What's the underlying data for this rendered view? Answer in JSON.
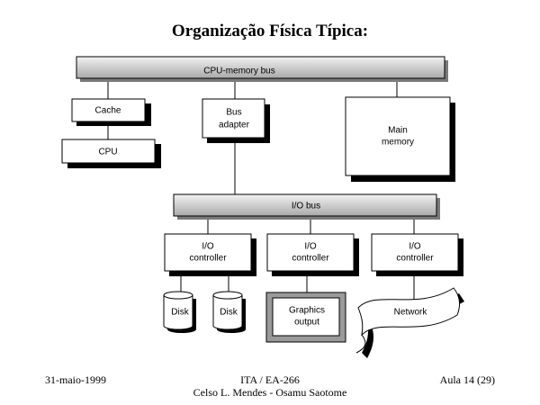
{
  "title": "Organização Física Típica:",
  "nodes": {
    "cpu_memory_bus": "CPU-memory bus",
    "cache": "Cache",
    "cpu": "CPU",
    "bus_adapter": [
      "Bus",
      "adapter"
    ],
    "main_memory": [
      "Main",
      "memory"
    ],
    "io_bus": "I/O bus",
    "io_controllers": [
      [
        "I/O",
        "controller"
      ],
      [
        "I/O",
        "controller"
      ],
      [
        "I/O",
        "controller"
      ]
    ],
    "disks": [
      "Disk",
      "Disk"
    ],
    "graphics_output": [
      "Graphics",
      "output"
    ],
    "network": "Network"
  },
  "footer": {
    "date": "31-maio-1999",
    "course": "ITA / EA-266",
    "authors": "Celso L. Mendes - Osamu Saotome",
    "lecture": "Aula 14 (29)"
  }
}
